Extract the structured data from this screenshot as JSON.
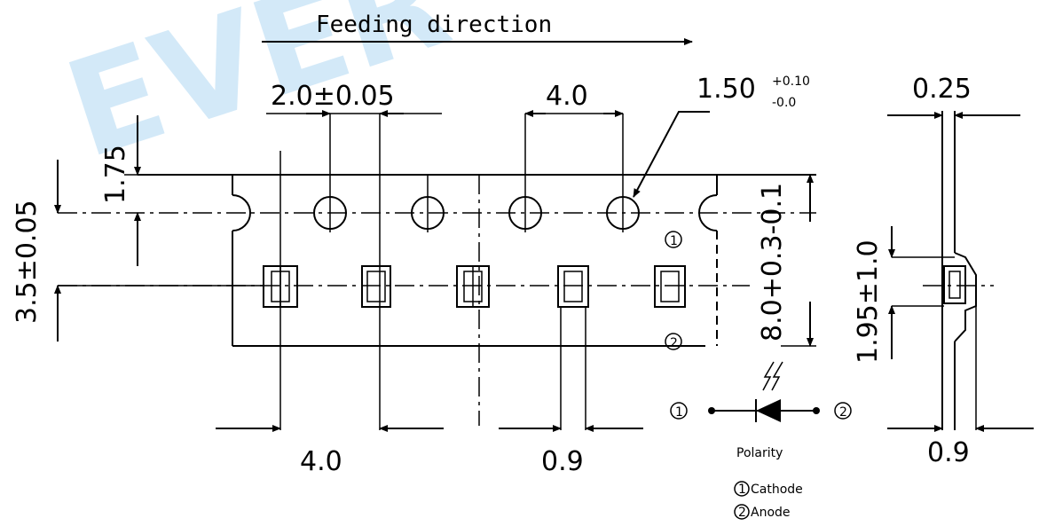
{
  "watermark": "EVER",
  "feeding_direction": "Feeding direction",
  "dims": {
    "sprocket_pitch_offset": "2.0±0.05",
    "hole_pitch": "4.0",
    "hole_diameter": "1.50",
    "hole_tol_upper": "+0.10",
    "hole_tol_lower": "-0.0",
    "thickness": "0.25",
    "edge_to_hole": "1.75",
    "hole_to_pocket": "3.5±0.05",
    "tape_width": "8.0+0.3-0.1",
    "depth": "1.95±1.0",
    "pocket_pitch": "4.0",
    "pocket_width": "0.9",
    "side_width": "0.9"
  },
  "legend": {
    "marker1": "1",
    "marker2": "2",
    "polarity": "Polarity",
    "cathode": "Cathode",
    "anode": "Anode"
  }
}
